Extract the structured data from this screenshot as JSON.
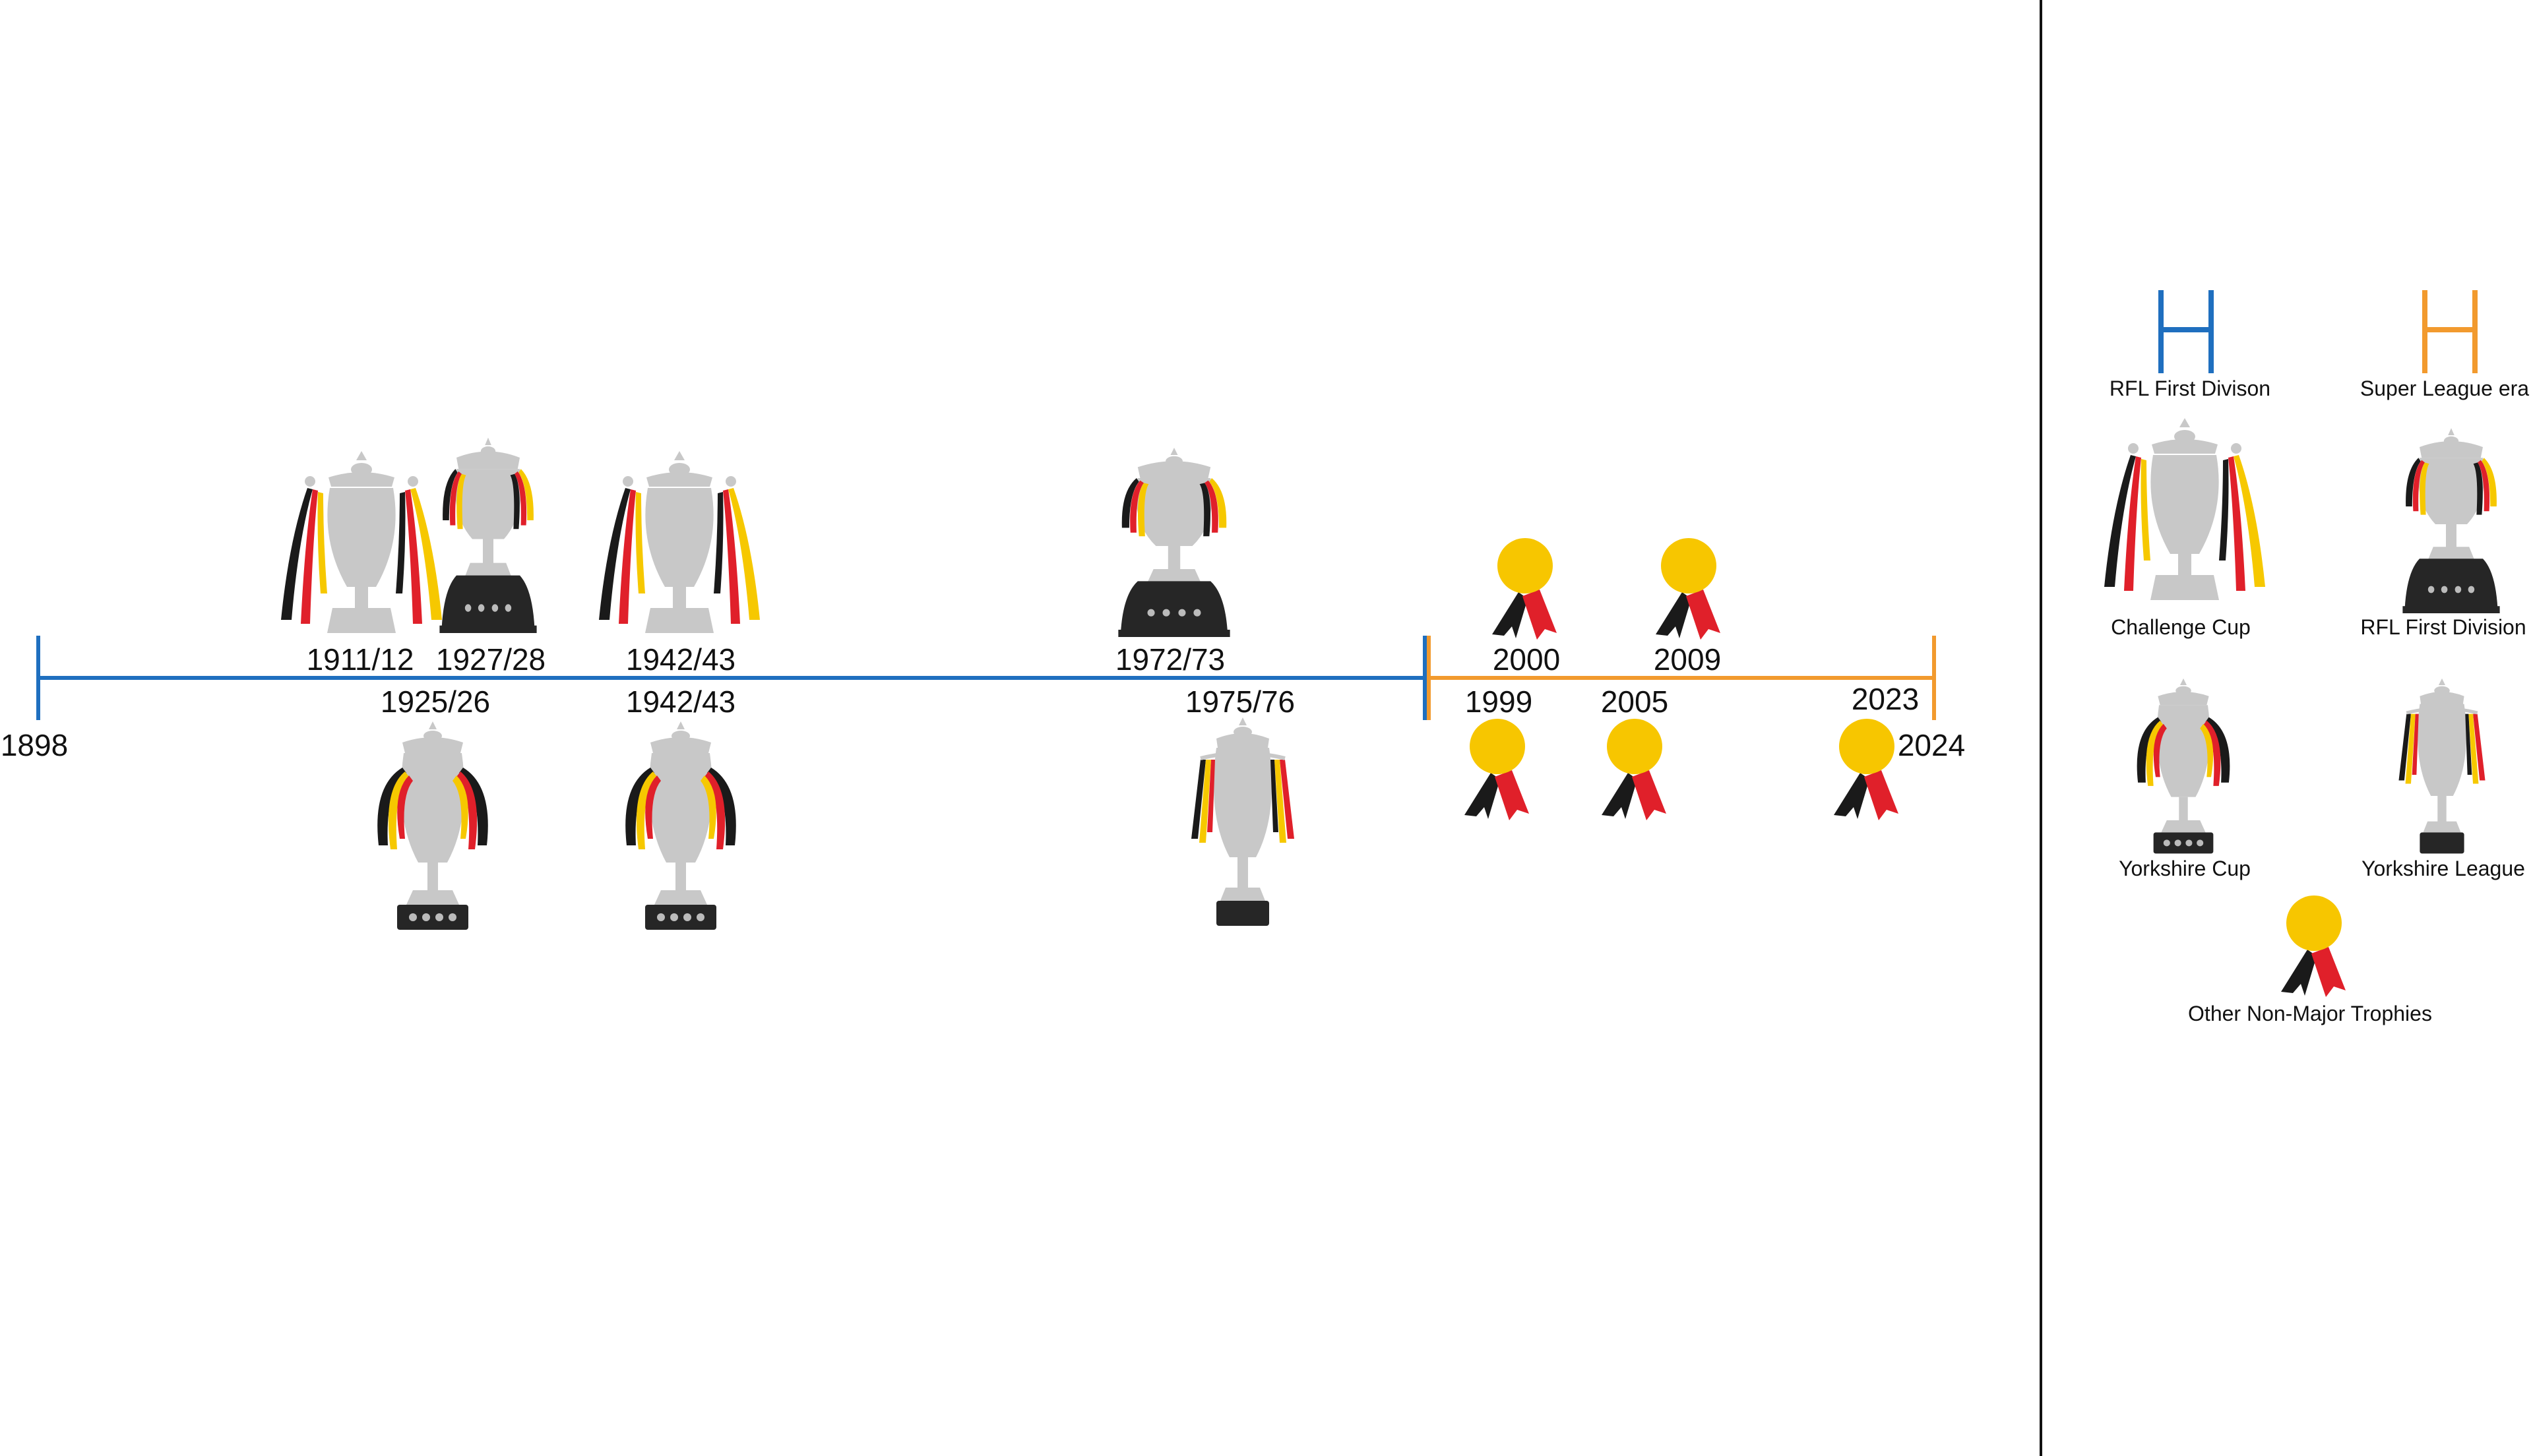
{
  "colors": {
    "rfl_era": "#1f6fbf",
    "super_league_era": "#f29a2e",
    "trophy_silver": "#c8c8c8",
    "trophy_base": "#262626",
    "ribbon_black": "#1a1a1a",
    "ribbon_red": "#e0202a",
    "ribbon_yellow": "#f6c800",
    "medal_gold": "#f7c600",
    "divider": "#111111"
  },
  "timeline": {
    "start_year": "1898",
    "end_year": "2024",
    "rfl_era_label": "RFL First Divison",
    "super_league_era_label": "Super League era",
    "trophies": [
      {
        "season": "1911/12",
        "type": "challenge-cup",
        "side": "above"
      },
      {
        "season": "1927/28",
        "type": "rfl-first-division",
        "side": "above"
      },
      {
        "season": "1942/43",
        "type": "challenge-cup",
        "side": "above"
      },
      {
        "season": "1972/73",
        "type": "rfl-first-division",
        "side": "above"
      },
      {
        "season": "1925/26",
        "type": "yorkshire-cup",
        "side": "below"
      },
      {
        "season": "1942/43",
        "type": "yorkshire-cup",
        "side": "below"
      },
      {
        "season": "1975/76",
        "type": "yorkshire-league",
        "side": "below"
      },
      {
        "season": "2000",
        "type": "other-non-major",
        "side": "above"
      },
      {
        "season": "2009",
        "type": "other-non-major",
        "side": "above"
      },
      {
        "season": "1999",
        "type": "other-non-major",
        "side": "below"
      },
      {
        "season": "2005",
        "type": "other-non-major",
        "side": "below"
      },
      {
        "season": "2023",
        "type": "other-non-major",
        "side": "below"
      }
    ]
  },
  "legend": {
    "rfl_first_divison": "RFL First Divison",
    "super_league_era": "Super League era",
    "challenge_cup": "Challenge Cup",
    "rfl_first_division": "RFL First Division",
    "yorkshire_cup": "Yorkshire Cup",
    "yorkshire_league": "Yorkshire League",
    "other_non_major": "Other Non-Major Trophies"
  }
}
